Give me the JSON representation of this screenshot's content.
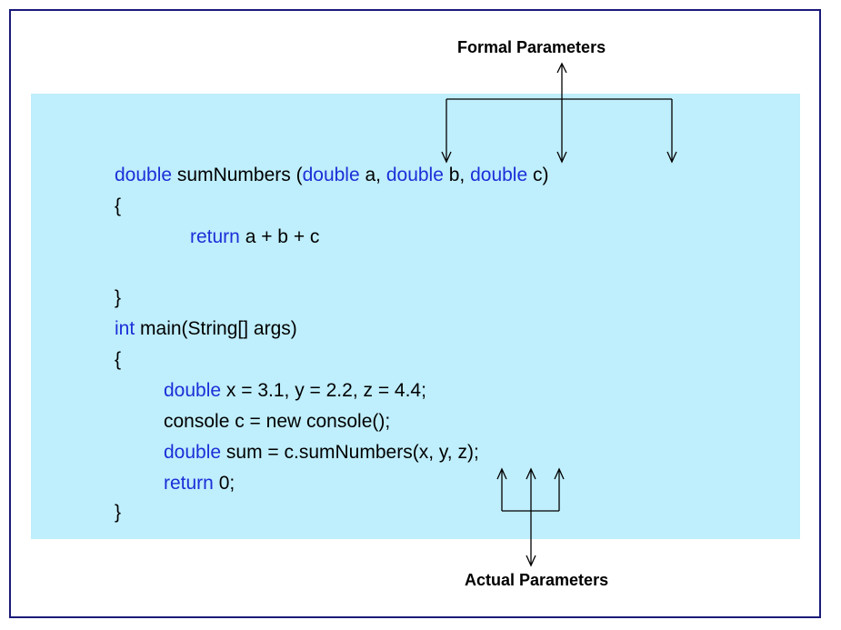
{
  "annotations": {
    "formal": "Formal Parameters",
    "actual": "Actual Parameters"
  },
  "code": {
    "l1": {
      "kw1": "double",
      "t1": " sumNumbers (",
      "kw2": "double",
      "t2": " a, ",
      "kw3": "double",
      "t3": " b, ",
      "kw4": "double",
      "t4": " c)"
    },
    "l2": {
      "t1": "{"
    },
    "l3": {
      "kw1": "return",
      "t1": " a + b + c"
    },
    "l4": {
      "t1": "}"
    },
    "l5": {
      "kw1": "int",
      "t1": " main(String[] args)"
    },
    "l6": {
      "t1": "{"
    },
    "l7": {
      "kw1": "double",
      "t1": " x = 3.1, y = 2.2, z = 4.4;"
    },
    "l8": {
      "t1": "console c = new console();"
    },
    "l9": {
      "kw1": "double",
      "t1": " sum = c.sumNumbers(x, y, z);"
    },
    "l10": {
      "kw1": "return",
      "t1": " 0;"
    },
    "l11": {
      "t1": "}"
    }
  },
  "colors": {
    "panel": "#bfeefc",
    "keyword": "#1c2fd8",
    "border": "#1a1a7a"
  }
}
